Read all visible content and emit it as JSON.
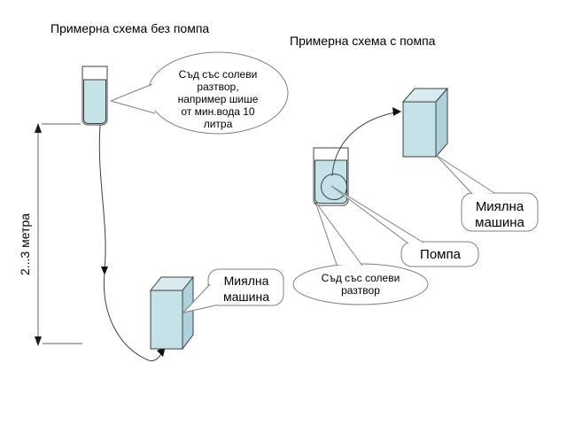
{
  "titles": {
    "left": "Примерна схема без помпа",
    "right": "Примерна схема с помпа"
  },
  "left_diagram": {
    "vessel_callout_lines": [
      "Съд със солеви",
      "разтвор,",
      "например шише",
      "от мин.вода 10",
      "литра"
    ],
    "dimension_label": "2...3 метра",
    "machine_callout_lines": [
      "Миялна",
      "машина"
    ]
  },
  "right_diagram": {
    "machine_callout_lines": [
      "Миялна",
      "машина"
    ],
    "pump_callout_label": "Помпа",
    "vessel_callout_lines": [
      "Съд със солеви",
      "разтвор"
    ]
  },
  "colors": {
    "box_front": "#c5e2e8",
    "box_top": "#d8ecef",
    "box_side": "#aed2db",
    "water": "#c5e2e8",
    "vessel_body": "#ffffff",
    "outline": "#3f3f3f",
    "callout_border": "#808080",
    "dimension_line": "#808080",
    "text": "#000000"
  }
}
